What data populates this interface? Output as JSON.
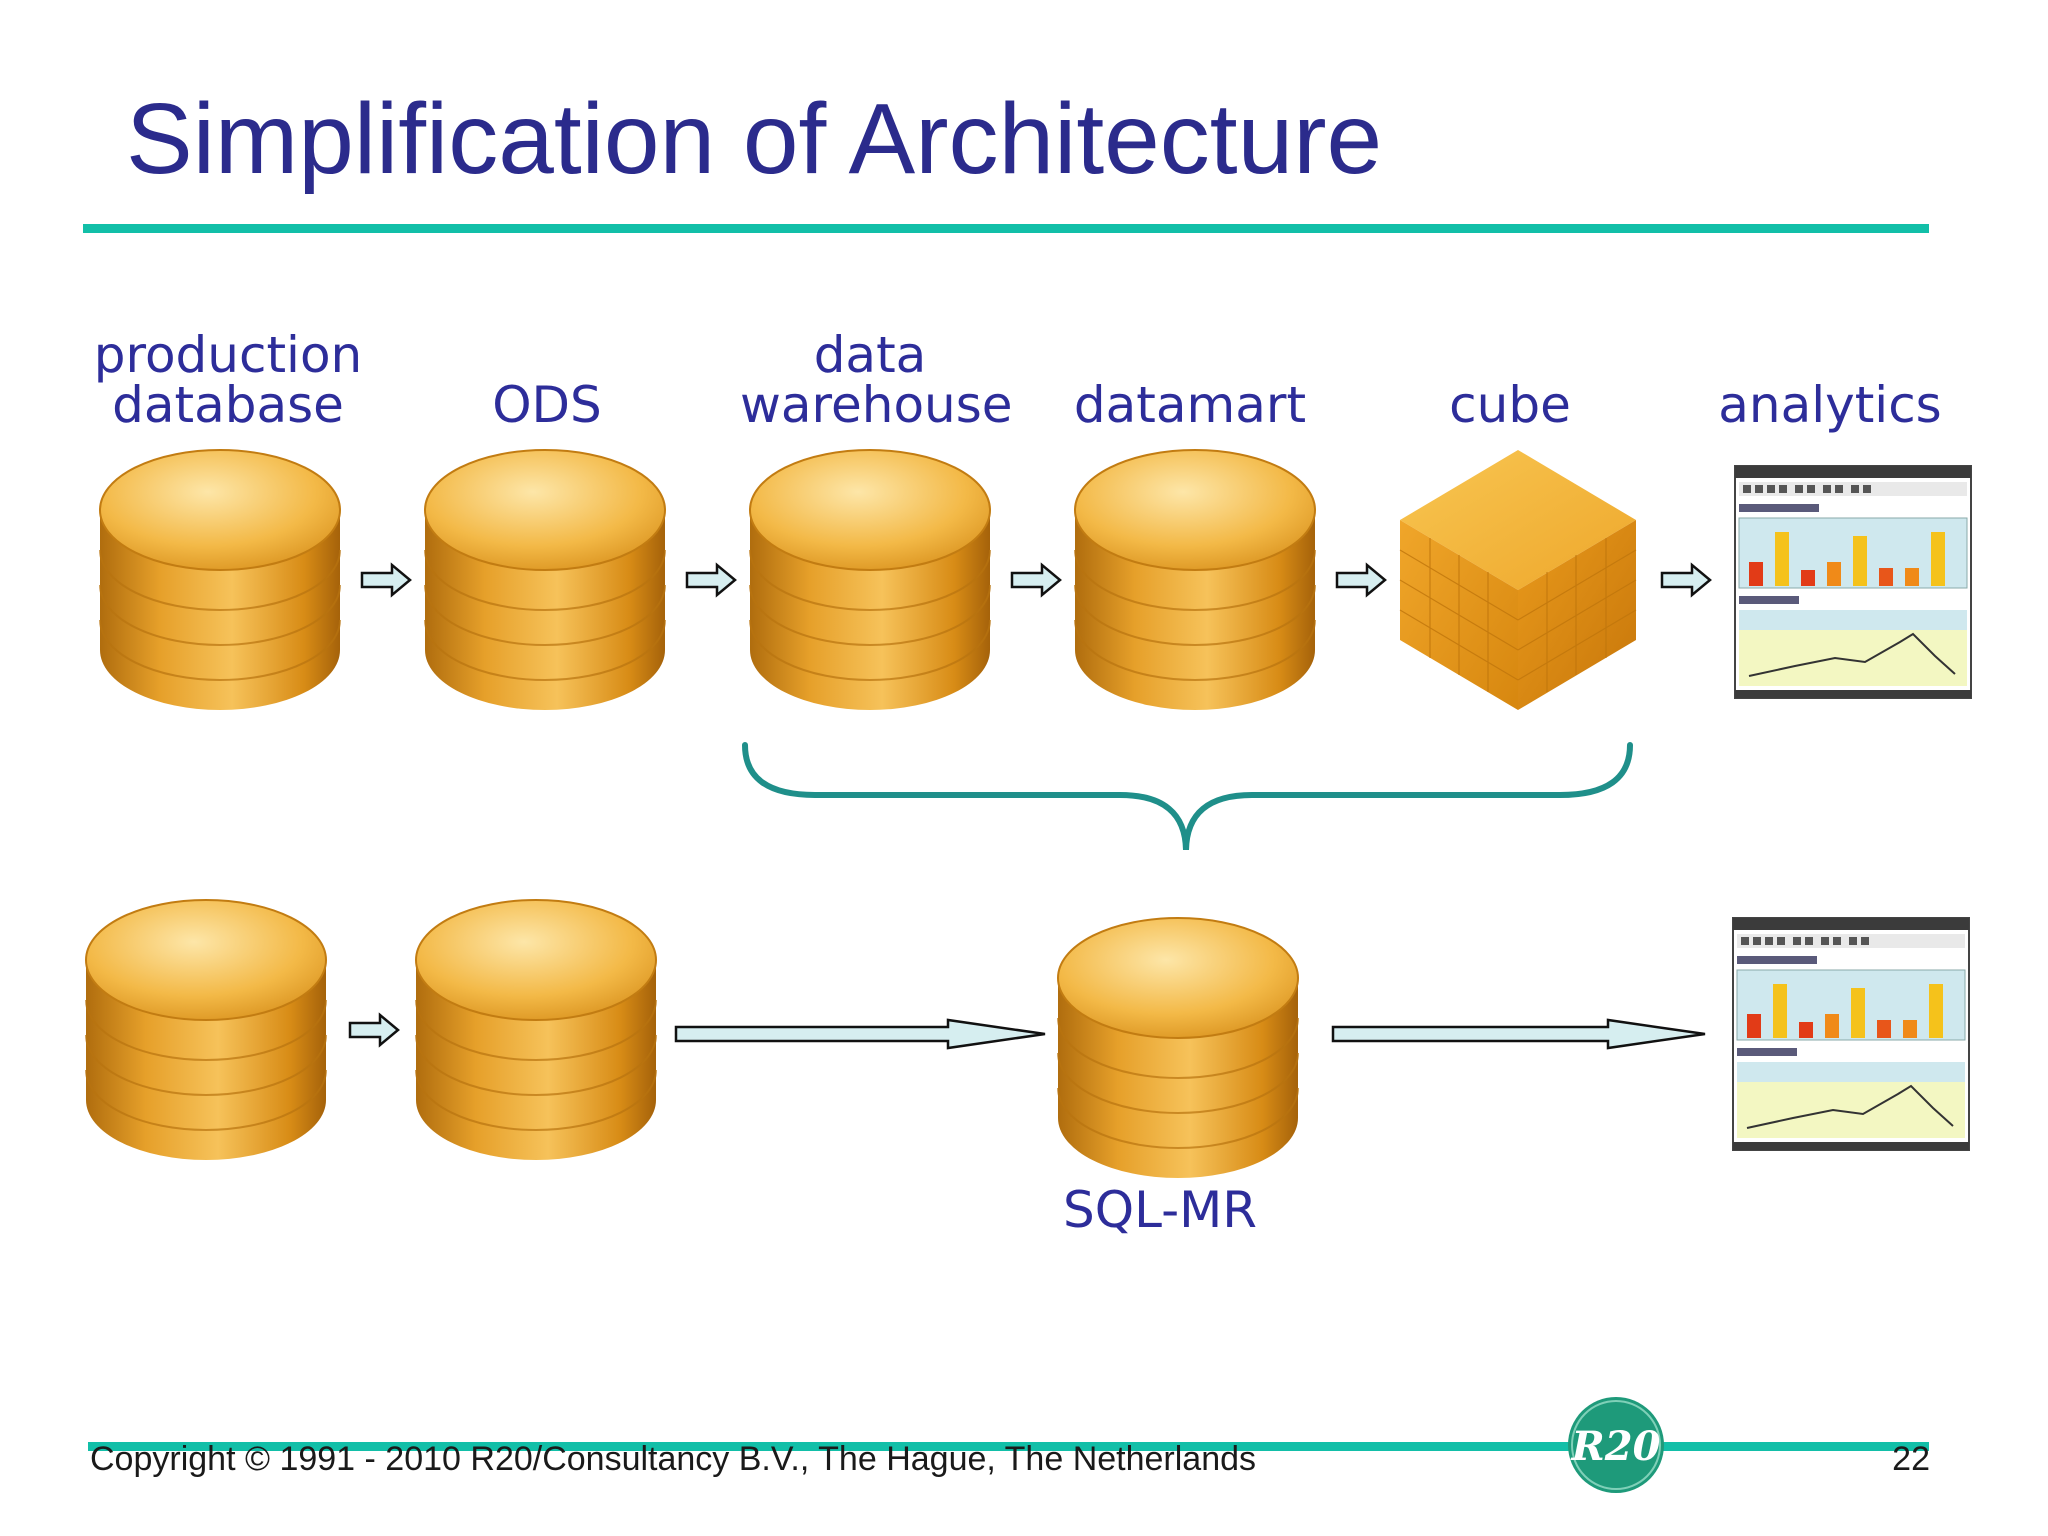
{
  "slide": {
    "title": "Simplification of Architecture",
    "page_number": "22"
  },
  "diagram": {
    "top_row_labels": {
      "production_database": "production\ndatabase",
      "ods": "ODS",
      "data_warehouse": "data\nwarehouse",
      "datamart": "datamart",
      "cube": "cube",
      "analytics": "analytics"
    },
    "bottom_row_labels": {
      "sql_mr": "SQL-MR"
    }
  },
  "footer": {
    "copyright": "Copyright © 1991 - 2010 R20/Consultancy B.V., The Hague, The Netherlands",
    "logo_text": "R20"
  },
  "colors": {
    "title": "#2b2b8c",
    "label": "#2d2d9a",
    "rule": "#12bfa8",
    "brace": "#1f8f8a",
    "arrow_fill": "#cde9ec",
    "db_gold": "#e8a420",
    "logo": "#1e9a7a"
  }
}
